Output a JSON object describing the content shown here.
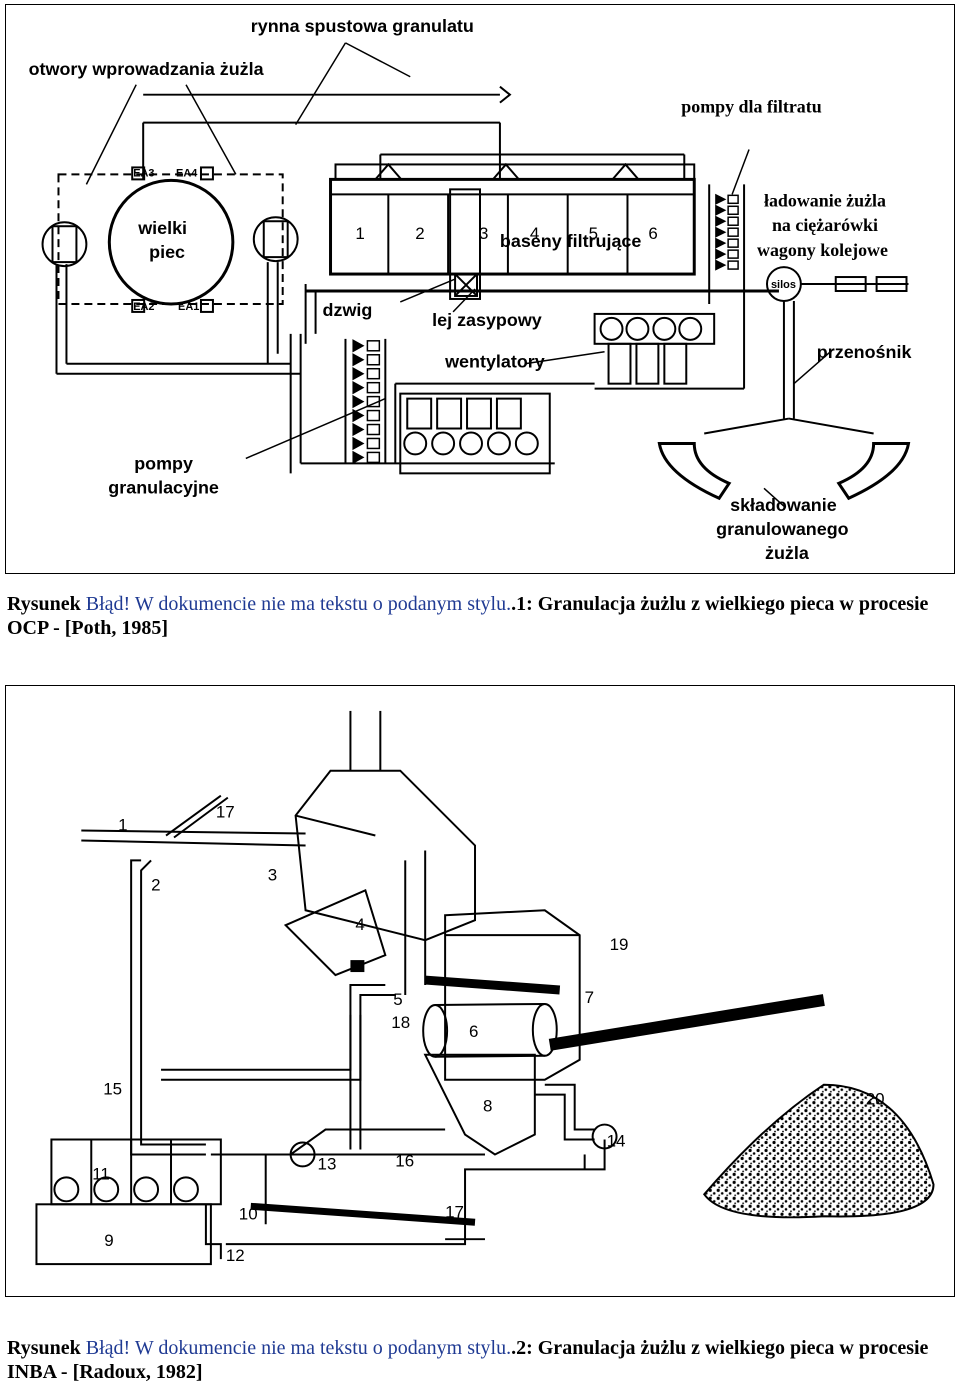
{
  "figure1": {
    "labels": {
      "rynna": "rynna spustowa granulatu",
      "otwory": "otwory wprowadzania żużla",
      "pompy_filtratu": "pompy dla filtratu",
      "ladowanie_1": "ładowanie żużla",
      "ladowanie_2": "na ciężarówki",
      "ladowanie_3": "wagony kolejowe",
      "wielki_1": "wielki",
      "wielki_2": "piec",
      "ea3": "EA3",
      "ea4": "EA4",
      "ea2": "EA2",
      "ea1": "EA1",
      "baseny": "baseny filtrujące",
      "silos": "silos",
      "dzwig": "dzwig",
      "lej": "lej zasypowy",
      "wentylatory": "wentylatory",
      "przenosnik": "przenośnik",
      "pompy_gran_1": "pompy",
      "pompy_gran_2": "granulacyjne",
      "skladowanie_1": "składowanie",
      "skladowanie_2": "granulowanego",
      "skladowanie_3": "żużla",
      "basin_1": "1",
      "basin_2": "2",
      "basin_3": "3",
      "basin_4": "4",
      "basin_5": "5",
      "basin_6": "6"
    }
  },
  "caption1": {
    "prefix": "Rysunek ",
    "error": "Błąd! W dokumencie nie ma tekstu o podanym stylu.",
    "title": ".1: Granulacja żużlu z wielkiego pieca w procesie OCP - [Poth, 1985]"
  },
  "figure2": {
    "numbers": [
      "1",
      "17",
      "2",
      "3",
      "4",
      "19",
      "5",
      "7",
      "18",
      "6",
      "15",
      "20",
      "8",
      "14",
      "13",
      "16",
      "11",
      "10",
      "17",
      "9",
      "12"
    ]
  },
  "caption2": {
    "prefix": "Rysunek ",
    "error": "Błąd! W dokumencie nie ma tekstu o podanym stylu.",
    "title": ".2: Granulacja żużlu z wielkiego pieca w procesie INBA - [Radoux, 1982]"
  }
}
